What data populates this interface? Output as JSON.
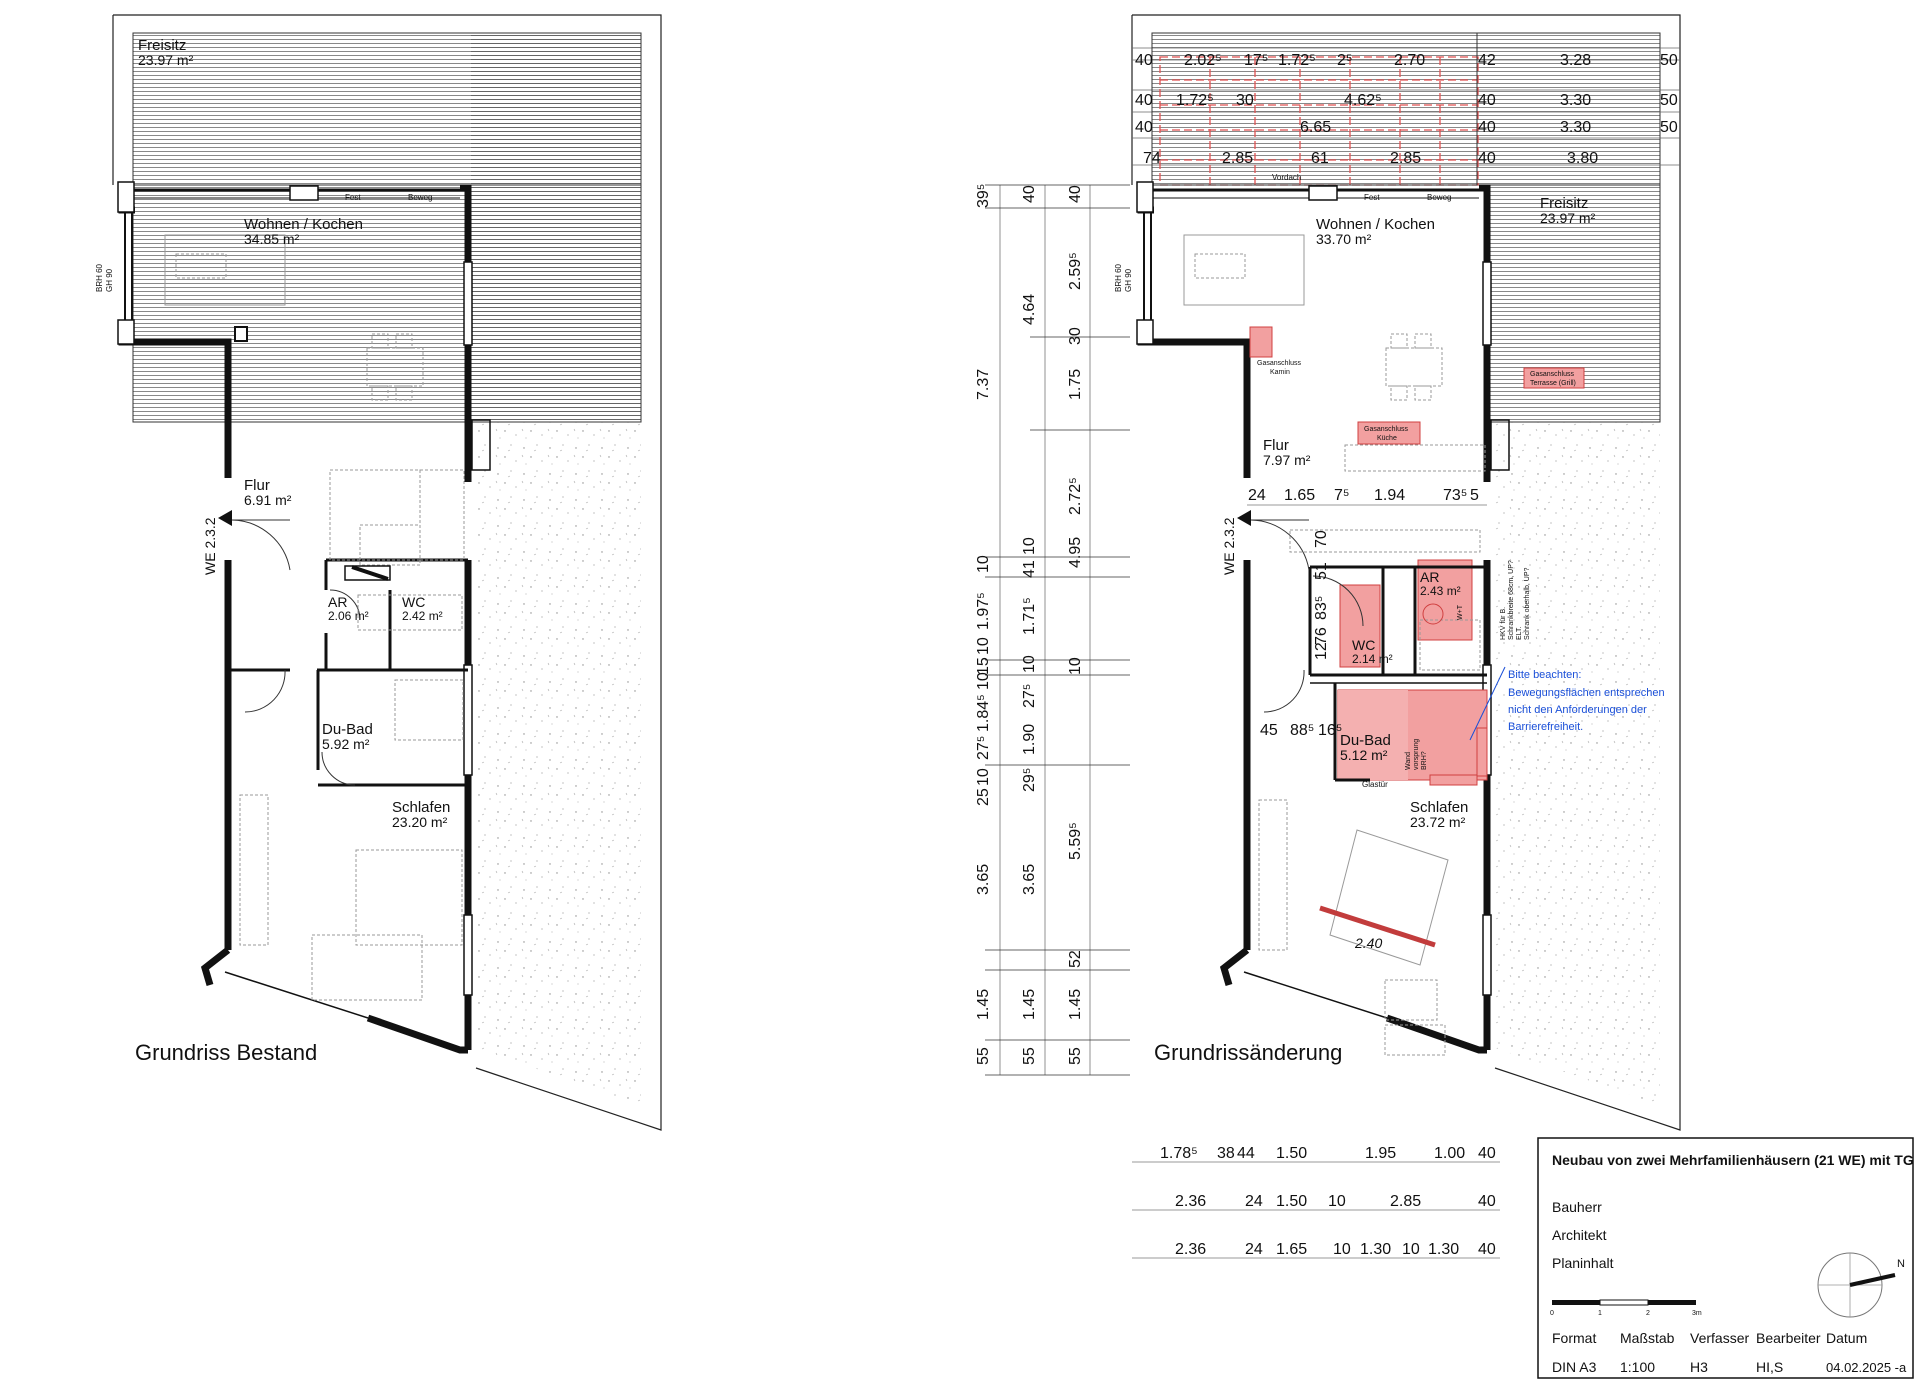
{
  "labels": {
    "left_title": "Grundriss Bestand",
    "right_title": "Grundrissänderung",
    "entrance": "WE 2.3.2",
    "brh": "BRH 60",
    "gh": "GH 90",
    "fest": "Fest",
    "bewegl": "Beweg",
    "vordach": "Vordach",
    "glastuer": "Glastür"
  },
  "rooms_left": {
    "freisitz": "Freisitz",
    "freisitz_area": "23.97 m²",
    "wohnen": "Wohnen / Kochen",
    "wohnen_area": "34.85 m²",
    "flur": "Flur",
    "flur_area": "6.91 m²",
    "ar": "AR",
    "ar_area": "2.06 m²",
    "wc": "WC",
    "wc_area": "2.42 m²",
    "dubad": "Du-Bad",
    "dubad_area": "5.92 m²",
    "schlafen": "Schlafen",
    "schlafen_area": "23.20 m²"
  },
  "rooms_right": {
    "freisitz": "Freisitz",
    "freisitz_area": "23.97 m²",
    "wohnen": "Wohnen / Kochen",
    "wohnen_area": "33.70 m²",
    "flur": "Flur",
    "flur_area": "7.97 m²",
    "ar": "AR",
    "ar_area": "2.43 m²",
    "wc": "WC",
    "wc_area": "2.14 m²",
    "dubad": "Du-Bad",
    "dubad_area": "5.12 m²",
    "schlafen": "Schlafen",
    "schlafen_area": "23.72 m²",
    "bed_dim": "2.40"
  },
  "annotations": {
    "gas_kamin_1": "Gasanschluss",
    "gas_kamin_2": "Kamin",
    "gas_kueche_1": "Gasanschluss",
    "gas_kueche_2": "Küche",
    "gas_grill_1": "Gasanschluss",
    "gas_grill_2": "Terrasse (Grill)",
    "note_1": "Bitte beachten:",
    "note_2": "Bewegungsflächen entsprechen",
    "note_3": "nicht den Anforderungen der",
    "note_4": "Barrierefreiheit.",
    "hkv_1": "HKV für B.",
    "hkv_2": "Schrankbreite 68cm, UP?",
    "hkv_3": "ELT.",
    "hkv_4": "Schrank oberhalb, UP?",
    "wand_1": "Wand",
    "wand_2": "vorsprung",
    "wand_3": "BRH?",
    "wt": "W+T"
  },
  "dims_top": {
    "row1": [
      "40",
      "2.02⁵",
      "17⁵",
      "1.72⁵",
      "2⁵",
      "2.70",
      "42",
      "3.28",
      "50"
    ],
    "row2": [
      "40",
      "1.72⁵",
      "30",
      "4.62⁵",
      "40",
      "3.30",
      "50"
    ],
    "row3": [
      "40",
      "6.65",
      "40",
      "3.30",
      "50"
    ],
    "row4": [
      "74",
      "2.85",
      "61",
      "2.85",
      "40",
      "3.80"
    ]
  },
  "dims_left": {
    "col1": [
      "39⁵",
      "7.37",
      "10",
      "1.97⁵",
      "10",
      "15",
      "10",
      "1.84⁵",
      "27⁵",
      "10",
      "25",
      "3.65",
      "1.45",
      "55"
    ],
    "col2": [
      "40",
      "4.64",
      "10",
      "41",
      "1.71⁵",
      "10",
      "27⁵",
      "1.90",
      "29⁵",
      "3.65",
      "1.45",
      "55"
    ],
    "col3": [
      "40",
      "2.59⁵",
      "30",
      "1.75",
      "2.72⁵",
      "4.95",
      "10",
      "5.59⁵",
      "52",
      "1.45",
      "55"
    ]
  },
  "dims_inner": {
    "row_flur": [
      "24",
      "1.65",
      "7⁵",
      "1.94",
      "73⁵",
      "5"
    ],
    "col_flur": [
      "70",
      "51",
      "83⁵",
      "12",
      "76"
    ],
    "row_bad": [
      "45",
      "88⁵",
      "16⁵"
    ]
  },
  "dims_bottom": {
    "row1": [
      "1.78⁵",
      "38",
      "44",
      "1.50",
      "1.95",
      "1.00",
      "40"
    ],
    "row2": [
      "2.36",
      "24",
      "1.50",
      "10",
      "2.85",
      "40"
    ],
    "row3": [
      "2.36",
      "24",
      "1.65",
      "10",
      "1.30",
      "10",
      "1.30",
      "40"
    ]
  },
  "titleblock": {
    "project": "Neubau von zwei Mehrfamilienhäusern (21 WE) mit TG",
    "bauherr": "Bauherr",
    "architekt": "Architekt",
    "planinhalt": "Planinhalt",
    "scale_ticks": [
      "0",
      "1",
      "2",
      "3m"
    ],
    "format_label": "Format",
    "format_value": "DIN A3",
    "massstab_label": "Maßstab",
    "massstab_value": "1:100",
    "verfasser_label": "Verfasser",
    "verfasser_value": "H3",
    "bearbeiter_label": "Bearbeiter",
    "bearbeiter_value": "HI,S",
    "datum_label": "Datum",
    "datum_value": "04.02.2025 -a",
    "north": "N"
  },
  "colors": {
    "wall": "#111111",
    "highlight": "#f2a0a0",
    "highlight_stroke": "#d04040",
    "dashed_red": "#e05050",
    "note_blue": "#1a4fd8",
    "grid": "#777777"
  }
}
